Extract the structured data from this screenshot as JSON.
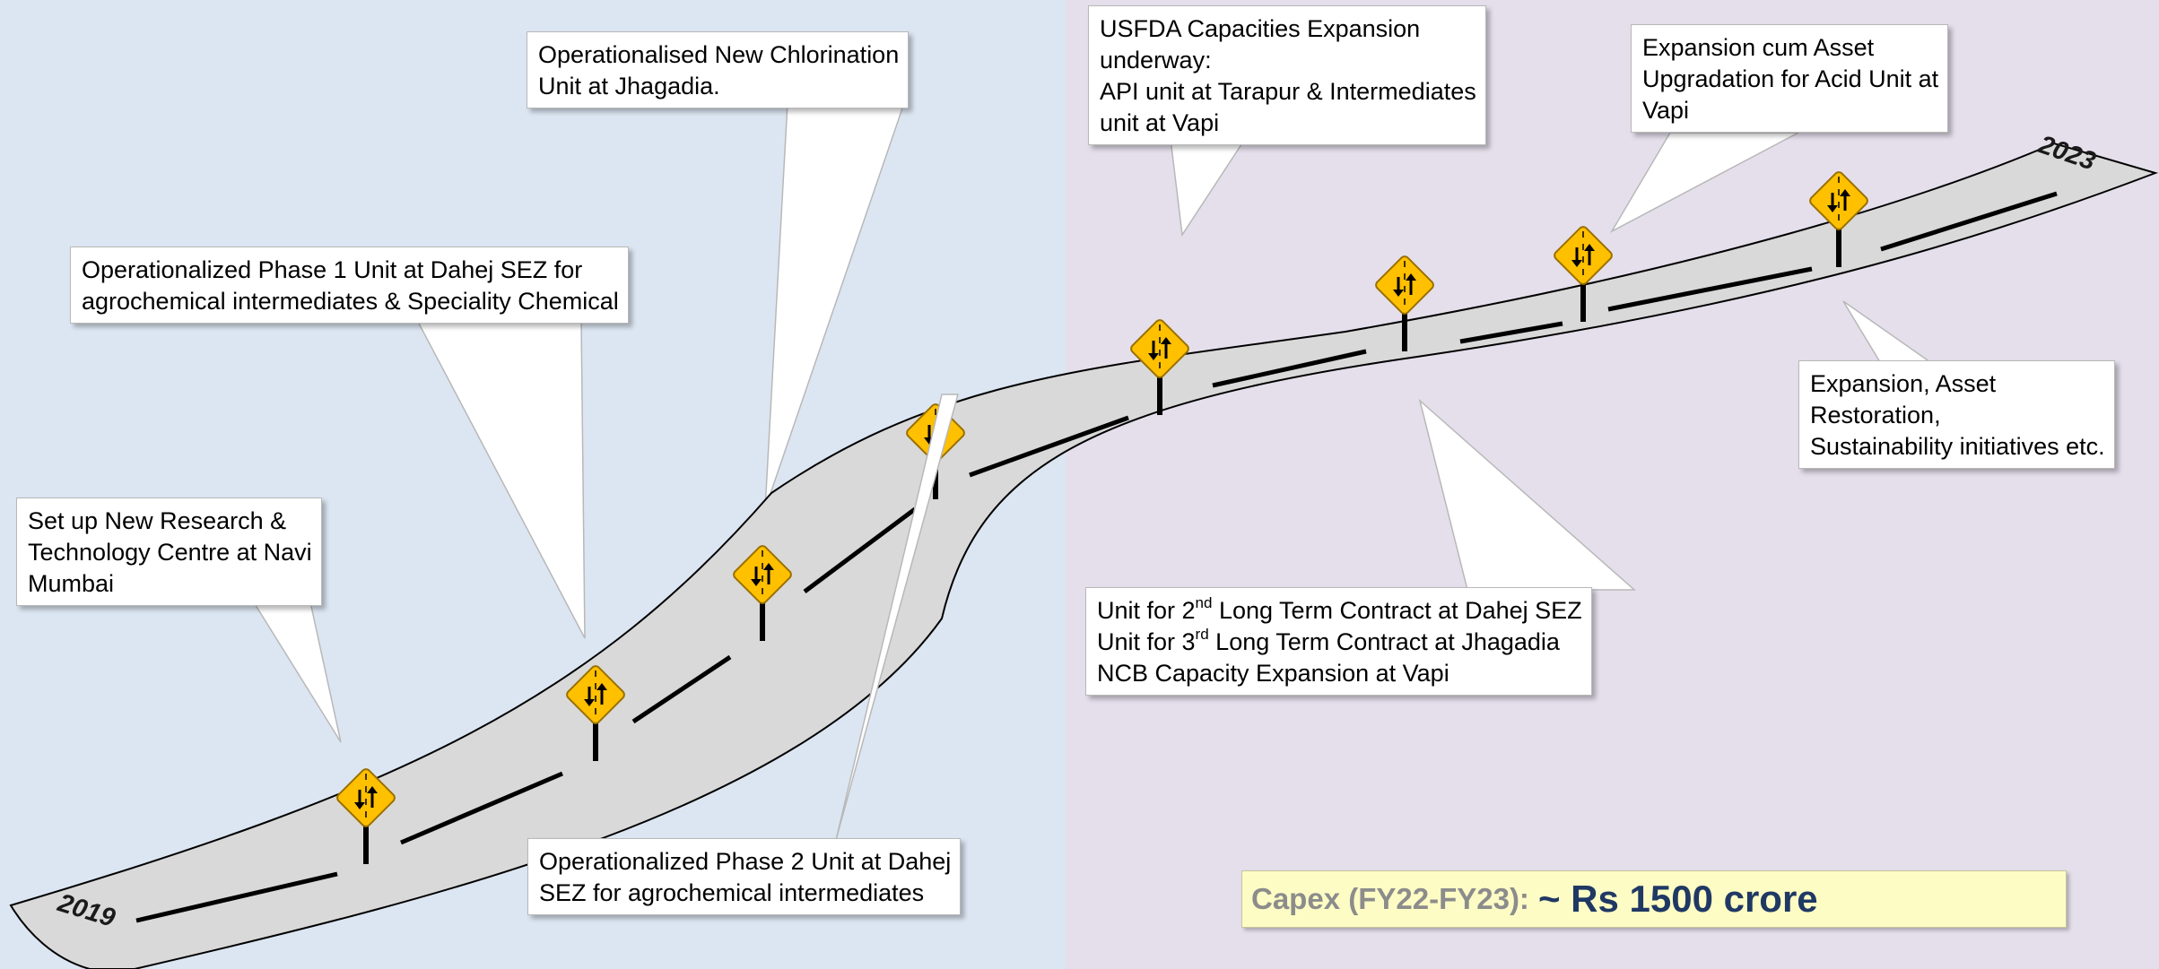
{
  "milestones": [
    {
      "lines": [
        "Set up New Research &",
        "Technology Centre at Navi",
        "Mumbai"
      ]
    },
    {
      "lines": [
        "Operationalized Phase 1 Unit at Dahej SEZ for",
        "agrochemical intermediates & Speciality Chemical"
      ]
    },
    {
      "lines": [
        "Operationalised New Chlorination",
        "Unit at Jhagadia."
      ]
    },
    {
      "lines": [
        "Operationalized Phase 2 Unit at Dahej",
        "SEZ for agrochemical intermediates"
      ]
    },
    {
      "lines": [
        "USFDA Capacities Expansion",
        "underway:",
        "API unit at Tarapur  &  Intermediates",
        "unit at Vapi"
      ]
    },
    {
      "lines": [
        "Expansion cum Asset",
        "Upgradation for Acid Unit at",
        "Vapi"
      ]
    },
    {
      "lines": [
        "Expansion, Asset",
        "Restoration,",
        "Sustainability initiatives etc."
      ]
    }
  ],
  "long_term_box": {
    "line1_pre": "Unit for 2",
    "line1_sup": "nd",
    "line1_post": " Long Term Contract at Dahej SEZ",
    "line2_pre": "Unit for 3",
    "line2_sup": "rd",
    "line2_post": " Long Term Contract at Jhagadia",
    "line3": "NCB Capacity Expansion at Vapi"
  },
  "years": {
    "start": "2019",
    "end": "2023"
  },
  "capex": {
    "label": "Capex (FY22-FY23):",
    "value": "~ Rs 1500 crore"
  },
  "colors": {
    "left_panel": "#dce6f2",
    "right_panel": "#e5dfec",
    "road": "#d9d9d9",
    "sign": "#ffc000",
    "capex_value": "#1f3864",
    "capex_label": "#8c8c8c"
  },
  "icons": {
    "sign": "two-way-traffic-sign-icon"
  }
}
